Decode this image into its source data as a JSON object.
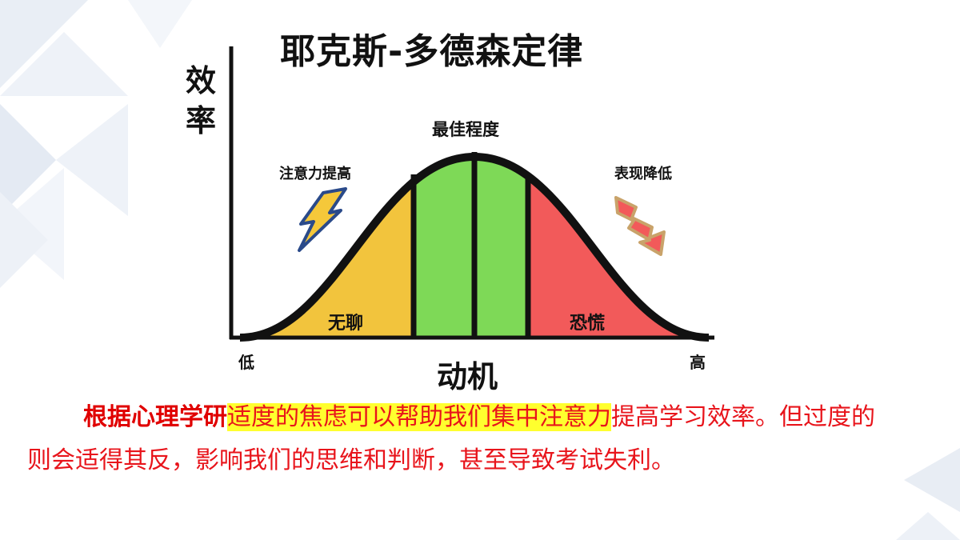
{
  "title": "耶克斯-多德森定律",
  "diagram": {
    "y_axis_label": "效率",
    "x_axis_label": "动机",
    "x_low": "低",
    "x_high": "高",
    "peak_label": "最佳程度",
    "rise_label": "注意力提高",
    "fall_label": "表现降低",
    "zones": [
      {
        "label": "无聊",
        "color": "#f2c43d"
      },
      {
        "label": "",
        "color": "#7ed957"
      },
      {
        "label": "恐慌",
        "color": "#f25a5a"
      }
    ],
    "icons": [
      "lightning-up-icon",
      "lightning-down-icon"
    ]
  },
  "paragraph": {
    "line1_part1": "根据心理学研",
    "line1_part2": "适度的焦虑可以帮助我们集中注意力",
    "line1_part3": "提高学习效率。但过度的",
    "line2": "则会适得其反，影响我们的思维和判断，甚至导致考试失利。"
  },
  "colors": {
    "text_red": "#e8141b",
    "highlight": "#ffff2e",
    "zone_yellow": "#f2c43d",
    "zone_green": "#7ed957",
    "zone_red": "#f25a5a"
  }
}
